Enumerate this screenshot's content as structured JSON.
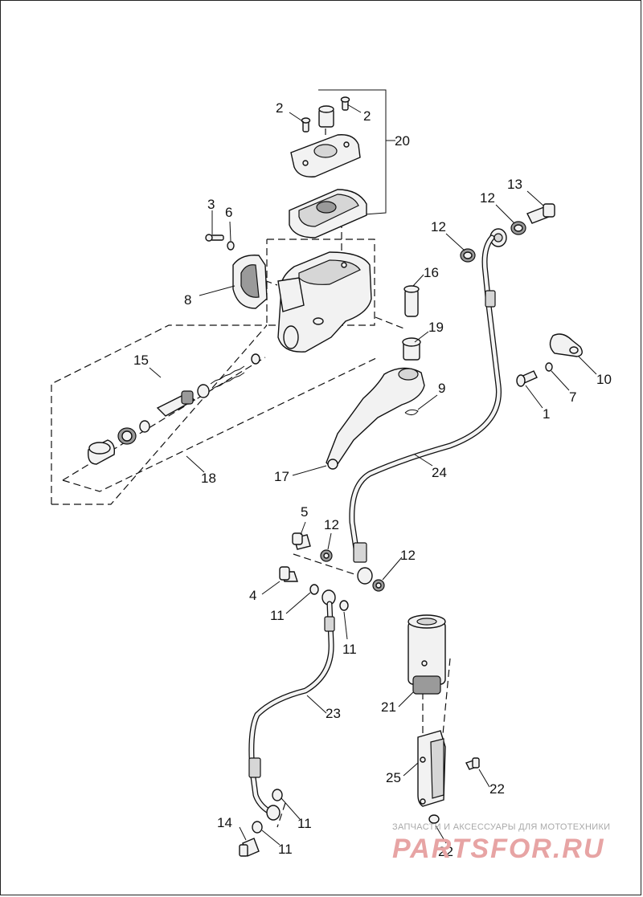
{
  "callouts": [
    {
      "id": "2a",
      "text": "2"
    },
    {
      "id": "2b",
      "text": "2"
    },
    {
      "id": "20",
      "text": "20"
    },
    {
      "id": "3",
      "text": "3"
    },
    {
      "id": "6",
      "text": "6"
    },
    {
      "id": "13",
      "text": "13"
    },
    {
      "id": "12a",
      "text": "12"
    },
    {
      "id": "12b",
      "text": "12"
    },
    {
      "id": "16",
      "text": "16"
    },
    {
      "id": "8",
      "text": "8"
    },
    {
      "id": "19",
      "text": "19"
    },
    {
      "id": "15",
      "text": "15"
    },
    {
      "id": "10",
      "text": "10"
    },
    {
      "id": "9",
      "text": "9"
    },
    {
      "id": "7",
      "text": "7"
    },
    {
      "id": "1",
      "text": "1"
    },
    {
      "id": "24",
      "text": "24"
    },
    {
      "id": "17",
      "text": "17"
    },
    {
      "id": "18",
      "text": "18"
    },
    {
      "id": "5",
      "text": "5"
    },
    {
      "id": "12c",
      "text": "12"
    },
    {
      "id": "12d",
      "text": "12"
    },
    {
      "id": "4",
      "text": "4"
    },
    {
      "id": "11a",
      "text": "11"
    },
    {
      "id": "11b",
      "text": "11"
    },
    {
      "id": "21",
      "text": "21"
    },
    {
      "id": "23",
      "text": "23"
    },
    {
      "id": "25",
      "text": "25"
    },
    {
      "id": "22a",
      "text": "22"
    },
    {
      "id": "11c",
      "text": "11"
    },
    {
      "id": "14",
      "text": "14"
    },
    {
      "id": "11d",
      "text": "11"
    },
    {
      "id": "22b",
      "text": "22"
    }
  ],
  "watermark": {
    "tagline": "ЗАПЧАСТИ И АКСЕССУАРЫ ДЛЯ МОТОТЕХНИКИ",
    "brand": "PARTSFOR.RU"
  },
  "colors": {
    "line": "#111111",
    "watermark": "#e7a4a4",
    "watermark_text": "#a9a9a9"
  }
}
